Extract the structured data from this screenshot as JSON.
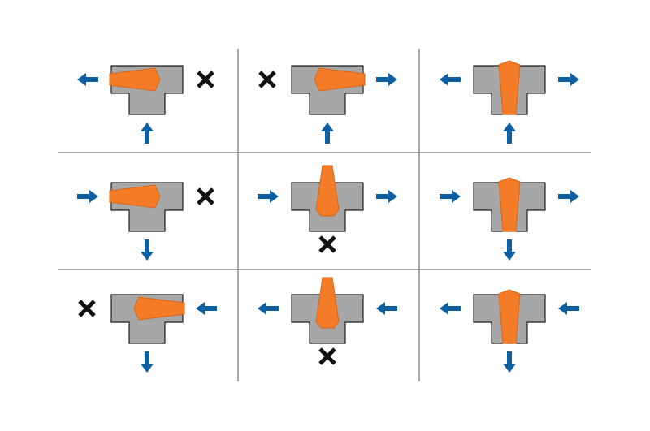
{
  "colors": {
    "background": "#ffffff",
    "grid_line": "#555555",
    "body_fill": "#a7a7a8",
    "body_stroke": "#1f1f1f",
    "plug_fill": "#f47b27",
    "plug_stroke": "#d8661a",
    "arrow": "#0c5fa0",
    "blocked_mark": "#111111"
  },
  "legend": {
    "arrow_icon": "arrow-icon",
    "blocked_icon": "cross-icon"
  },
  "cells": [
    {
      "row": 1,
      "col": 1,
      "plug": "horizontal-left",
      "left": "out",
      "right": "blocked",
      "bottom": "in"
    },
    {
      "row": 1,
      "col": 2,
      "plug": "horizontal-right",
      "left": "blocked",
      "right": "out",
      "bottom": "in"
    },
    {
      "row": 1,
      "col": 3,
      "plug": "vertical-center",
      "left": "out",
      "right": "out",
      "bottom": "in"
    },
    {
      "row": 2,
      "col": 1,
      "plug": "horizontal-left",
      "left": "in",
      "right": "blocked",
      "bottom": "out"
    },
    {
      "row": 2,
      "col": 2,
      "plug": "vertical-raised",
      "left": "in",
      "right": "out",
      "bottom": "blocked"
    },
    {
      "row": 2,
      "col": 3,
      "plug": "vertical-center",
      "left": "in",
      "right": "out",
      "bottom": "out"
    },
    {
      "row": 3,
      "col": 1,
      "plug": "horizontal-right",
      "left": "blocked",
      "right": "in",
      "bottom": "out"
    },
    {
      "row": 3,
      "col": 2,
      "plug": "vertical-raised",
      "left": "out",
      "right": "in",
      "bottom": "blocked"
    },
    {
      "row": 3,
      "col": 3,
      "plug": "vertical-center",
      "left": "out",
      "right": "in",
      "bottom": "out"
    }
  ]
}
